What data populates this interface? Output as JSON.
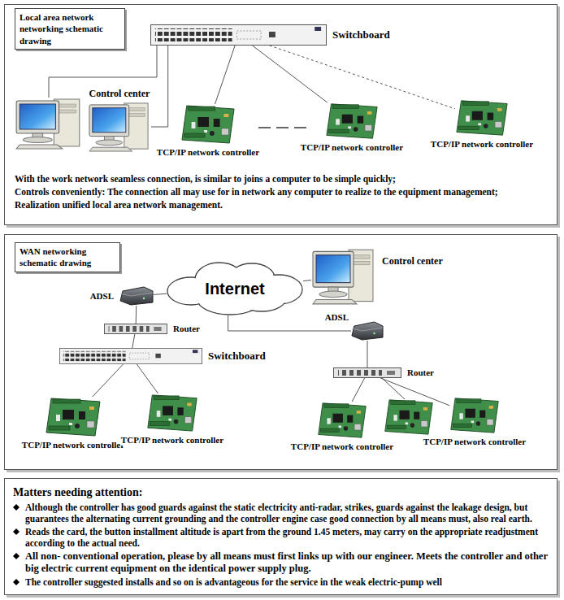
{
  "diagram": {
    "nodes": [
      {
        "text": [
          "Local area network networking schematic drawing"
        ]
      },
      {
        "text": [
          "Switchboard"
        ]
      },
      {
        "text": [
          "Control center"
        ]
      },
      {
        "text": [
          "TCP/IP network controller"
        ]
      },
      {
        "text": [
          "TCP/IP network controller"
        ]
      },
      {
        "text": [
          "TCP/IP network controller"
        ]
      },
      {
        "text": [
          "WAN networking schematic drawing"
        ]
      },
      {
        "text": [
          "Internet"
        ]
      },
      {
        "text": [
          "ADSL"
        ]
      },
      {
        "text": [
          "Router"
        ]
      },
      {
        "text": [
          "Switchboard"
        ]
      },
      {
        "text": [
          "TCP/IP network controller"
        ]
      },
      {
        "text": [
          "TCP/IP network controller"
        ]
      },
      {
        "text": [
          "Control center"
        ]
      },
      {
        "text": [
          "ADSL"
        ]
      },
      {
        "text": [
          "Router"
        ]
      },
      {
        "text": [
          "TCP/IP network controller"
        ]
      },
      {
        "text": [
          "TCP/IP network controller"
        ]
      }
    ],
    "edges": [
      {
        "from": 1,
        "to": 2,
        "arrow": "none"
      },
      {
        "from": 1,
        "to": 3,
        "arrow": "none"
      },
      {
        "from": 1,
        "to": 4,
        "arrow": "none"
      },
      {
        "from": 1,
        "to": 5,
        "arrow": "none"
      },
      {
        "from": 8,
        "to": 7,
        "arrow": "none"
      },
      {
        "from": 8,
        "to": 9,
        "arrow": "none"
      },
      {
        "from": 9,
        "to": 10,
        "arrow": "none"
      },
      {
        "from": 10,
        "to": 11,
        "arrow": "none"
      },
      {
        "from": 10,
        "to": 12,
        "arrow": "none"
      },
      {
        "from": 13,
        "to": 7,
        "arrow": "none"
      },
      {
        "from": 7,
        "to": 14,
        "arrow": "none"
      },
      {
        "from": 14,
        "to": 15,
        "arrow": "none"
      },
      {
        "from": 15,
        "to": 16,
        "arrow": "none"
      },
      {
        "from": 15,
        "to": 17,
        "arrow": "none"
      }
    ],
    "labels": [
      "With the work network seamless connection, is similar to joins a computer to be simple quickly;",
      "Controls conveniently: The connection all may use for in network any computer to realize to the equipment management;",
      "Realization unified local area network management.",
      "Matters needing attention:",
      "Although the controller has good guards against the static electricity anti-radar, strikes, guards against the leakage design, but guarantees the alternating current grounding and the controller engine case good connection by all means must, also real earth.",
      "Reads the card, the button installment altitude is apart from the ground 1.45 meters, may carry on the appropriate readjustment according to the actual need.",
      "All non- conventional operation, please by all means must first links up with our engineer. Meets the controller and other big electric current equipment on the identical power supply plug.",
      "The controller suggested installs and so on is advantageous for the service in the weak electric-pump well"
    ]
  }
}
